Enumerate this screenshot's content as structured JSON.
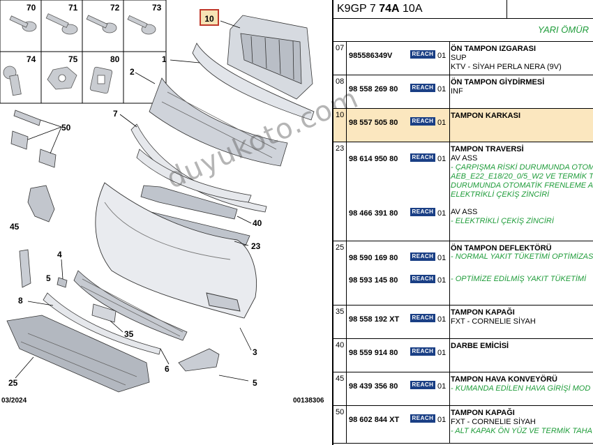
{
  "diagram": {
    "highlight_label": "10",
    "callouts": [
      "70",
      "71",
      "72",
      "73",
      "74",
      "75",
      "80",
      "1",
      "2",
      "7",
      "50",
      "45",
      "40",
      "23",
      "4",
      "5",
      "8",
      "35",
      "6",
      "3",
      "25",
      "5"
    ],
    "footer_left": "03/2024",
    "footer_right": "00138306",
    "watermark": "duyukoto.com"
  },
  "panel": {
    "header": {
      "code_a": "K9GP 7",
      "code_b": "74A",
      "code_c": "10A"
    },
    "subheader": "YARI ÖMÜR",
    "reach_label": "REACH",
    "rows": [
      {
        "ref": "07",
        "parts": [
          {
            "pn": "985586349V",
            "qty": "01"
          }
        ],
        "lines": [
          {
            "t": "ÖN TAMPON IZGARASI",
            "k": "title"
          },
          {
            "t": "SUP",
            "k": ""
          },
          {
            "t": "KTV - SİYAH PERLA NERA (9V)",
            "k": ""
          }
        ]
      },
      {
        "ref": "08",
        "parts": [
          {
            "pn": "98 558 269 80",
            "qty": "01"
          }
        ],
        "lines": [
          {
            "t": "ÖN TAMPON GİYDİRMESİ",
            "k": "title"
          },
          {
            "t": "INF",
            "k": ""
          }
        ]
      },
      {
        "ref": "10",
        "parts": [
          {
            "pn": "98 557 505 80",
            "qty": "01"
          }
        ],
        "lines": [
          {
            "t": "TAMPON KARKASI",
            "k": "title"
          }
        ]
      },
      {
        "ref": "23",
        "parts": [
          {
            "pn": "98 614 950 80",
            "qty": "01"
          },
          {
            "pn": "98 466 391 80",
            "qty": "01"
          }
        ],
        "lines": [
          {
            "t": "TAMPON TRAVERSİ",
            "k": "title"
          },
          {
            "t": "AV ASS",
            "k": ""
          },
          {
            "t": "- ÇARPIŞMA RİSKİ DURUMUNDA OTOM",
            "k": "green"
          },
          {
            "t": "AEB_E22_E18/20_0/5_W2 VE TERMİK T",
            "k": "green"
          },
          {
            "t": "DURUMUNDA OTOMATİK FRENLEME A",
            "k": "green"
          },
          {
            "t": "ELEKTRİKLİ ÇEKİŞ ZİNCİRİ",
            "k": "green"
          },
          {
            "t": "AV ASS",
            "k": ""
          },
          {
            "t": "- ELEKTRİKLİ ÇEKİŞ ZİNCİRİ",
            "k": "green"
          }
        ]
      },
      {
        "ref": "25",
        "parts": [
          {
            "pn": "98 590 169 80",
            "qty": "01"
          },
          {
            "pn": "98 593 145 80",
            "qty": "01"
          }
        ],
        "lines": [
          {
            "t": "ÖN TAMPON DEFLEKTÖRÜ",
            "k": "title"
          },
          {
            "t": "- NORMAL YAKIT TÜKETİMİ OPTİMİZAS",
            "k": "green"
          },
          {
            "t": "- OPTİMİZE EDİLMİŞ YAKIT TÜKETİMİ",
            "k": "green"
          }
        ]
      },
      {
        "ref": "35",
        "parts": [
          {
            "pn": "98 558 192 XT",
            "qty": "01"
          }
        ],
        "lines": [
          {
            "t": "TAMPON KAPAĞI",
            "k": "title"
          },
          {
            "t": "FXT - CORNELIE SİYAH",
            "k": ""
          }
        ]
      },
      {
        "ref": "40",
        "parts": [
          {
            "pn": "98 559 914 80",
            "qty": "01"
          }
        ],
        "lines": [
          {
            "t": "DARBE EMİCİSİ",
            "k": "title"
          }
        ]
      },
      {
        "ref": "45",
        "parts": [
          {
            "pn": "98 439 356 80",
            "qty": "01"
          }
        ],
        "lines": [
          {
            "t": "TAMPON HAVA KONVEYÖRÜ",
            "k": "title"
          },
          {
            "t": "- KUMANDA EDİLEN HAVA GİRİŞİ MOD",
            "k": "green"
          }
        ]
      },
      {
        "ref": "50",
        "parts": [
          {
            "pn": "98 602 844 XT",
            "qty": "01"
          }
        ],
        "lines": [
          {
            "t": "TAMPON KAPAĞI",
            "k": "title"
          },
          {
            "t": "FXT - CORNELIE SİYAH",
            "k": ""
          },
          {
            "t": "- ALT KAPAK ÖN YÜZ VE TERMİK TAHA",
            "k": "green"
          }
        ]
      }
    ]
  }
}
